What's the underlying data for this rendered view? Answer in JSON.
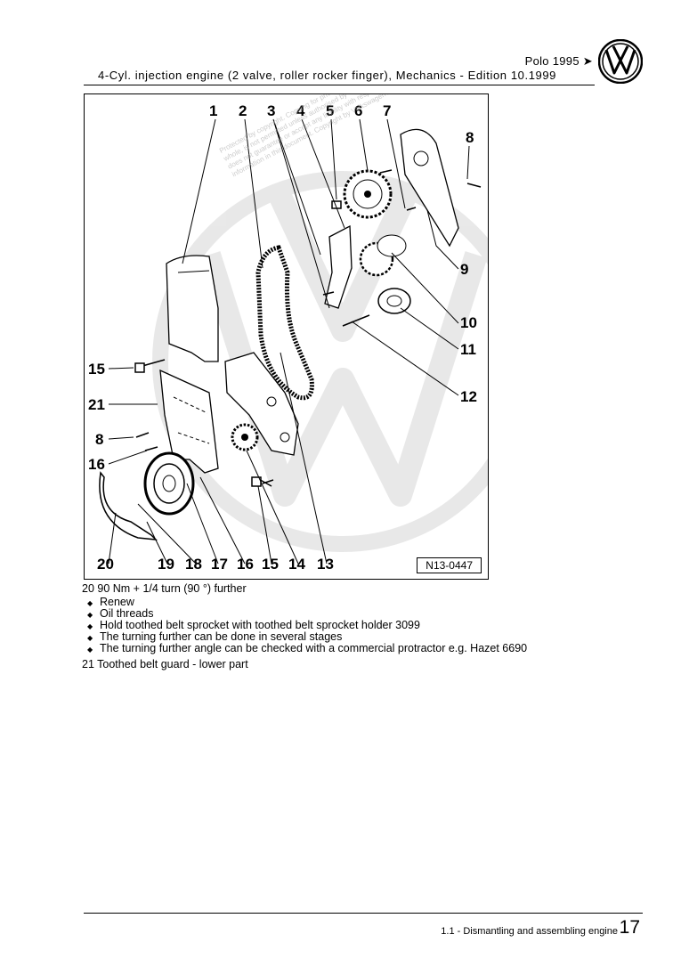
{
  "header": {
    "model": "Polo 1995",
    "model_arrow": "➤",
    "title": "4-Cyl. injection engine (2 valve, roller rocker finger), Mechanics - Edition 10.1999",
    "logo_icon": "vw-logo-icon"
  },
  "figure": {
    "top_labels": [
      "1",
      "2",
      "3",
      "4",
      "5",
      "6",
      "7"
    ],
    "right_labels": [
      "8",
      "9",
      "10",
      "11",
      "12"
    ],
    "left_labels": [
      "15",
      "21",
      "8",
      "16"
    ],
    "bottom_labels": [
      "20",
      "19",
      "18",
      "17",
      "16",
      "15",
      "14",
      "13"
    ],
    "reference": "N13-0447",
    "watermark_text": "Protected by copyright. Copying for private or commercial purposes, in part or in whole, is not permitted unless authorised by Volkswagen AG. Volkswagen AG does not guarantee or accept any liability with respect to the correctness of information in this document. Copyright by Volkswagen AG."
  },
  "body": {
    "item20_title": "20 90 Nm + 1/4 turn (90 °) further",
    "item20_bullets": [
      "Renew",
      "Oil threads",
      "Hold toothed belt sprocket with toothed belt sprocket holder 3099",
      "The turning further can be done in several stages",
      "The turning further angle can be checked with a commercial protractor e.g. Hazet 6690"
    ],
    "item21_title": "21 Toothed belt guard - lower part"
  },
  "footer": {
    "section": "1.1 - Dismantling and assembling engine",
    "page": "17"
  }
}
